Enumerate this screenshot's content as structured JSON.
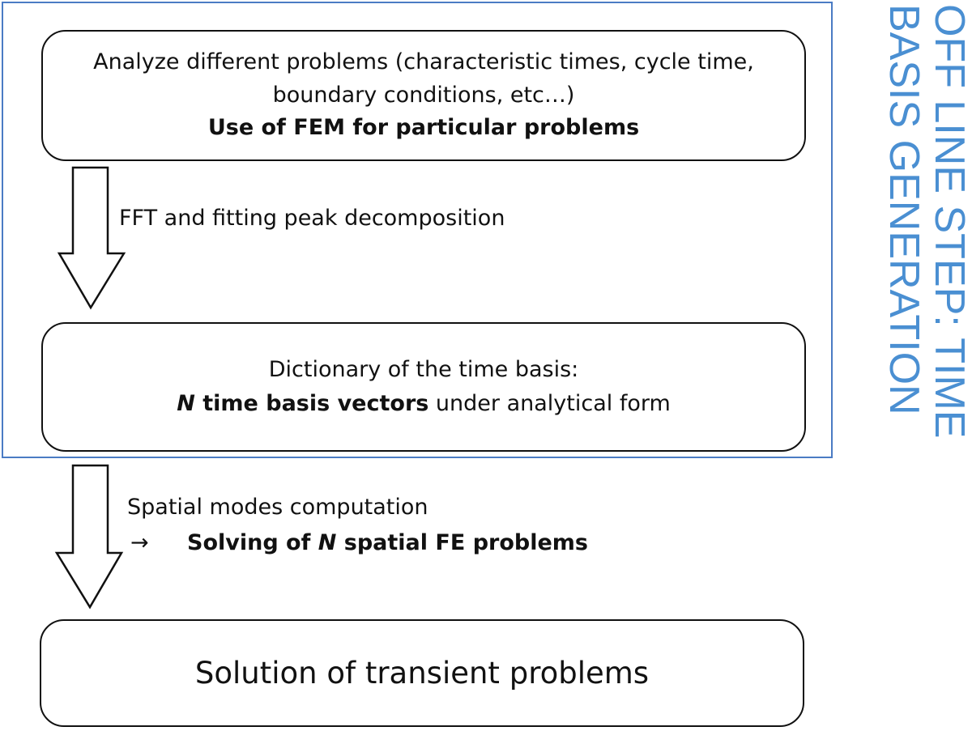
{
  "box_analyze": {
    "line1": "Analyze different problems (characteristic times, cycle time,",
    "line2": "boundary conditions, etc…)",
    "line3": "Use of FEM for particular problems"
  },
  "step_fft": "FFT and fitting peak decomposition",
  "box_dictionary": {
    "line1": "Dictionary of the time basis:",
    "emph_n": "N",
    "emph_rest": " time basis vectors",
    "tail": " under analytical form"
  },
  "step_spatial": {
    "line1": "Spatial modes computation",
    "arrow": "→",
    "bold_pre": "Solving of ",
    "bold_n": "N",
    "bold_post": " spatial FE problems"
  },
  "box_solution": "Solution of transient problems",
  "side_title": {
    "line1": "OFF LINE STEP: TIME",
    "line2": "BASIS GENERATION"
  },
  "colors": {
    "frame": "#4a7bc4",
    "side_title": "#4a8fd2"
  }
}
